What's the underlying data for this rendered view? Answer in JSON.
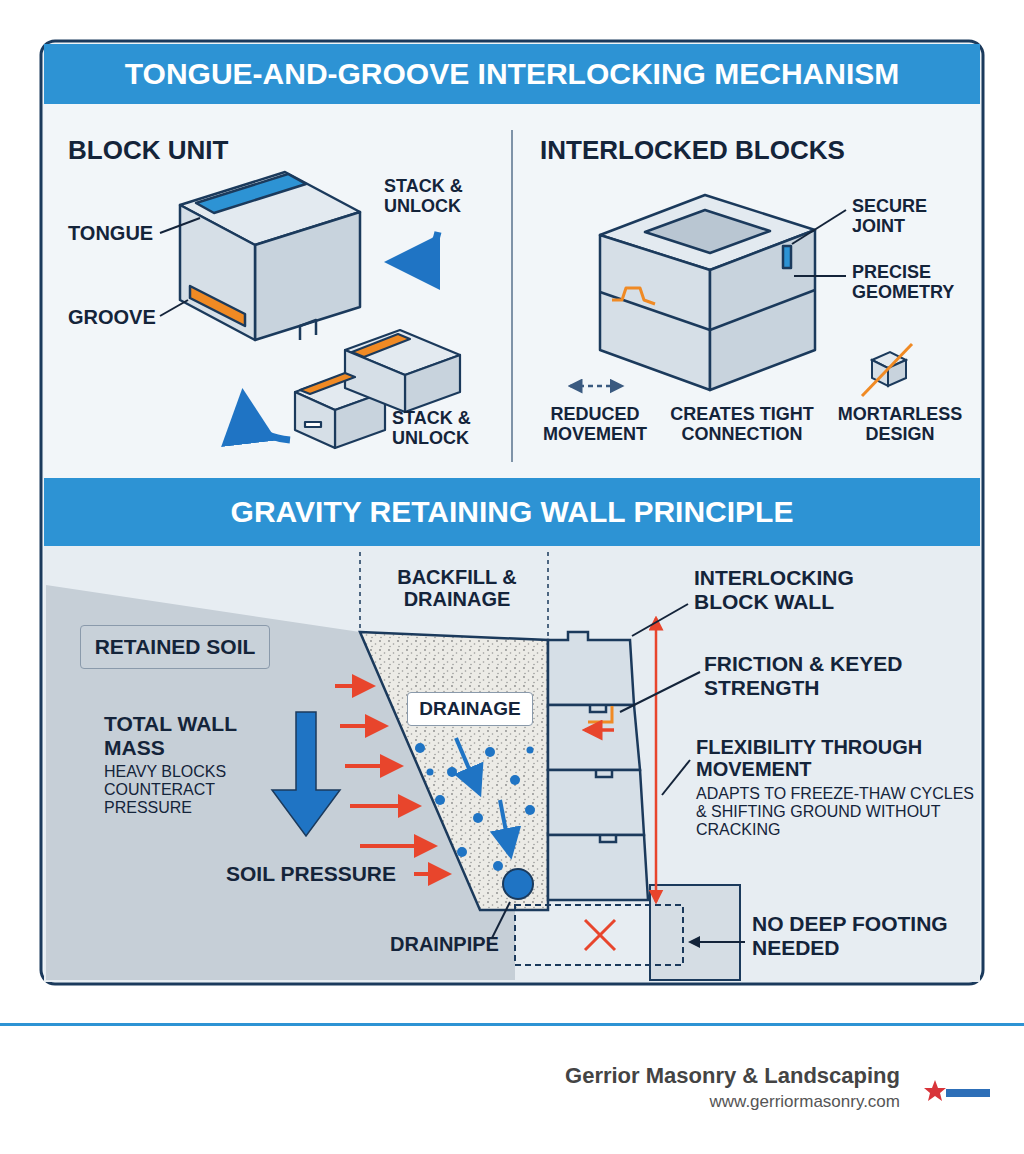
{
  "diagram": {
    "nodes": [
      {
        "text": [
          "TONGUE-AND-GROOVE INTERLOCKING MECHANISM"
        ]
      },
      {
        "text": [
          "GRAVITY RETAINING WALL PRINCIPLE"
        ]
      },
      {
        "text": [
          "RETAINED SOIL"
        ]
      },
      {
        "text": [
          "DRAINAGE"
        ]
      }
    ],
    "labels": [
      "BLOCK UNIT",
      "TONGUE",
      "GROOVE",
      "STACK & UNLOCK",
      "STACK & UNLOCK",
      "INTERLOCKED BLOCKS",
      "SECURE JOINT",
      "PRECISE GEOMETRY",
      "REDUCED MOVEMENT",
      "CREATES TIGHT CONNECTION",
      "MORTARLESS DESIGN",
      "BACKFILL & DRAINAGE",
      "TOTAL WALL MASS",
      "HEAVY BLOCKS COUNTERACT PRESSURE",
      "SOIL PRESSURE",
      "DRAINPIPE",
      "INTERLOCKING BLOCK WALL",
      "FRICTION & KEYED STRENGTH",
      "FLEXIBILITY THROUGH MOVEMENT",
      "ADAPTS TO FREEZE-THAW CYCLES & SHIFTING GROUND WITHOUT CRACKING",
      "NO DEEP FOOTING NEEDED",
      "Gerrior Masonry & Landscaping",
      "www.gerriormasonry.com"
    ]
  }
}
